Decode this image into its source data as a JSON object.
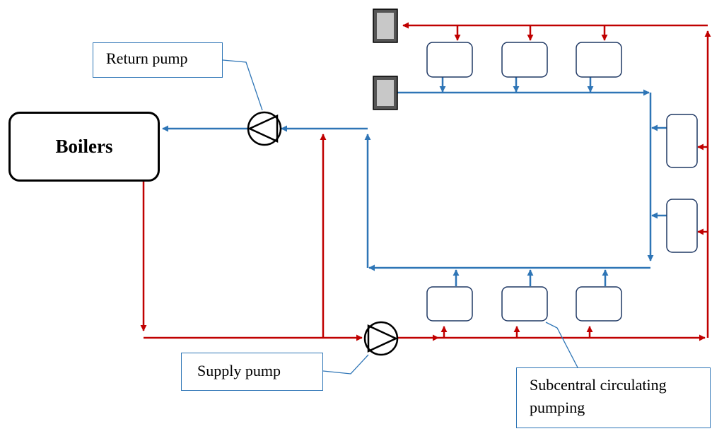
{
  "colors": {
    "supply_pipe": "#c00000",
    "return_pipe": "#2e75b6",
    "callout_border": "#2e75b6",
    "outline": "#000000",
    "emitter_fill": "#c8c8c8"
  },
  "boilers": {
    "label": "Boilers"
  },
  "labels": {
    "return_pump": "Return pump",
    "supply_pump": "Supply pump",
    "subcentral_line1": "Subcentral circulating",
    "subcentral_line2": "pumping"
  }
}
